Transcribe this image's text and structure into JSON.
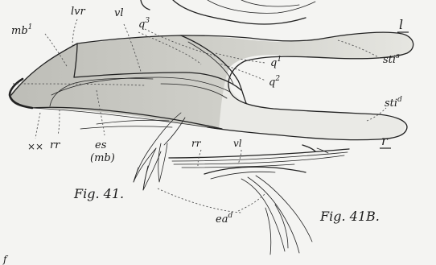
{
  "labels": {
    "mb1": {
      "base": "mb",
      "sup": "1"
    },
    "lvr": {
      "base": "lvr"
    },
    "vl_top": {
      "base": "vl"
    },
    "q3": {
      "base": "q",
      "sup": "3"
    },
    "l": {
      "base": "l"
    },
    "q1": {
      "base": "q",
      "sup": "1"
    },
    "q2": {
      "base": "q",
      "sup": "2"
    },
    "stis": {
      "base": "sti",
      "sup": "s"
    },
    "stid": {
      "base": "sti",
      "sup": "d"
    },
    "r": {
      "base": "r"
    },
    "xx": {
      "base": "××"
    },
    "rr_main": {
      "base": "rr"
    },
    "es": {
      "base": "es"
    },
    "mb": {
      "base": "(mb)"
    },
    "rr_b": {
      "base": "rr"
    },
    "vl_b": {
      "base": "vl"
    },
    "ead": {
      "base": "ea",
      "sup": "d"
    }
  },
  "figures": {
    "fig41": "Fig. 41.",
    "fig41b": "Fig. 41B."
  },
  "corner_mark": "f"
}
